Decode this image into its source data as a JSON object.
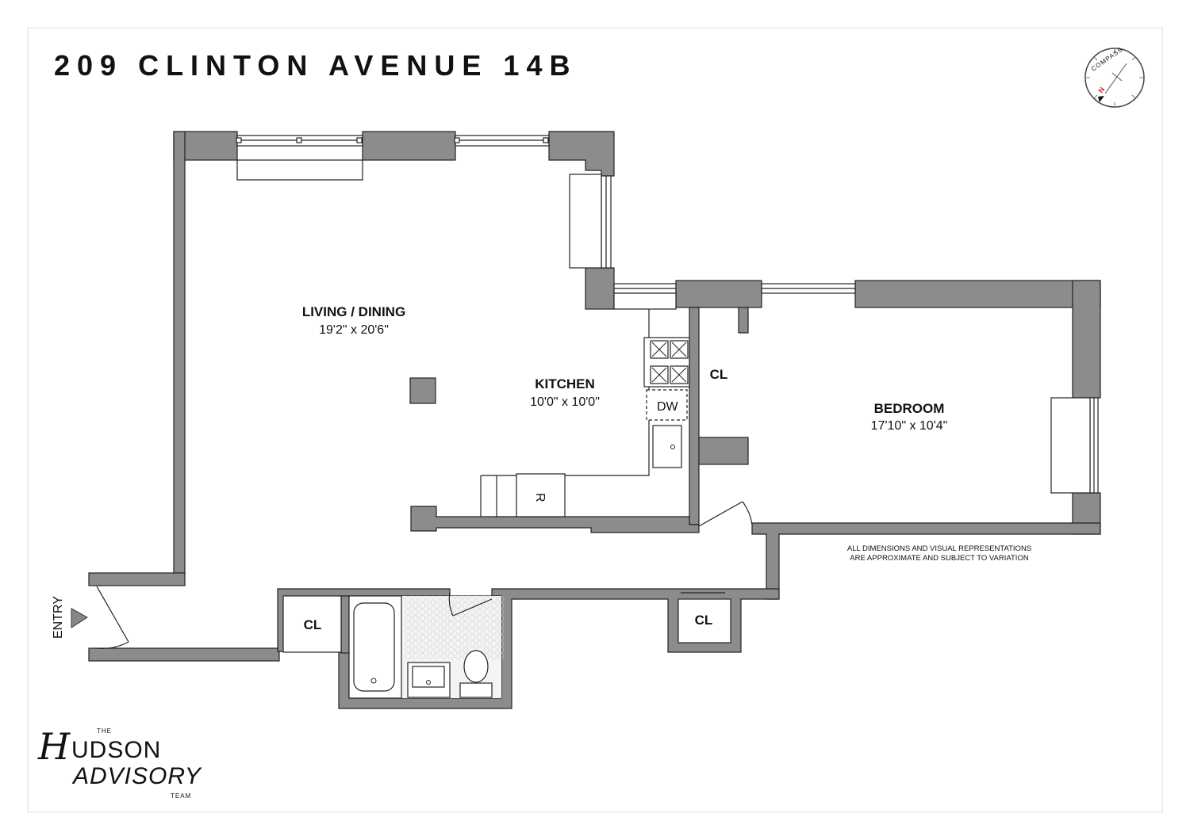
{
  "title": "209 CLINTON AVENUE 14B",
  "rooms": {
    "living": {
      "name": "LIVING / DINING",
      "dims": "19'2\" x 20'6\""
    },
    "kitchen": {
      "name": "KITCHEN",
      "dims": "10'0\" x 10'0\""
    },
    "bedroom": {
      "name": "BEDROOM",
      "dims": "17'10\" x 10'4\""
    }
  },
  "closets": {
    "kitchen": "CL",
    "hall": "CL",
    "bath_side": "CL"
  },
  "appliances": {
    "dishwasher": "DW",
    "refrigerator": "R"
  },
  "entry": "ENTRY",
  "disclaimer": {
    "line1": "ALL DIMENSIONS AND VISUAL REPRESENTATIONS",
    "line2": "ARE APPROXIMATE AND SUBJECT TO VARIATION"
  },
  "compass": {
    "label": "COMPASS",
    "north": "N"
  },
  "logo": {
    "the": "THE",
    "hudson_h": "H",
    "hudson_rest": "UDSON",
    "advisory": "ADVISORY",
    "team": "TEAM"
  },
  "colors": {
    "wall": "#8c8c8c",
    "ink": "#111111",
    "north": "#d8232a"
  }
}
